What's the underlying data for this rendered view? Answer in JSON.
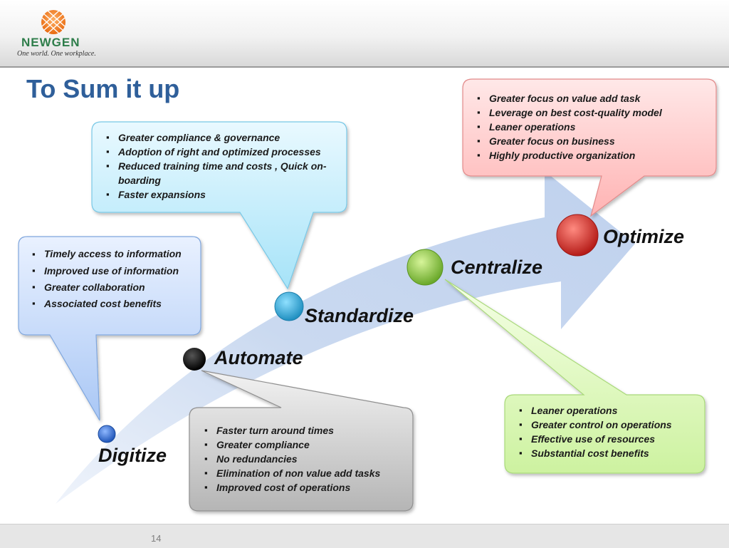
{
  "brand": {
    "name": "NEWGEN",
    "tagline": "One world. One workplace."
  },
  "slide": {
    "title": "To Sum it up",
    "page_number": "14"
  },
  "stages": [
    {
      "label": "Digitize",
      "color": "#2f6fd0",
      "benefits": [
        "Timely access  to information",
        "Improved use of information",
        "Greater collaboration",
        "Associated cost benefits"
      ],
      "callout_color": "#cfe0fb"
    },
    {
      "label": "Automate",
      "color": "#111111",
      "benefits": [
        "Faster turn around times",
        "Greater compliance",
        "No redundancies",
        "Elimination of non value add tasks",
        "Improved cost of operations"
      ],
      "callout_color": "#d4d4d4"
    },
    {
      "label": "Standardize",
      "color": "#2fa8d8",
      "benefits": [
        "Greater compliance & governance",
        "Adoption of right and optimized processes",
        "Reduced training time and costs , Quick on-boarding",
        "Faster expansions"
      ],
      "callout_color": "#c8eefc"
    },
    {
      "label": "Centralize",
      "color": "#8cc63f",
      "benefits": [
        "Leaner operations",
        "Greater control on operations",
        "Effective use of resources",
        "Substantial cost benefits"
      ],
      "callout_color": "#e5f8c8"
    },
    {
      "label": "Optimize",
      "color": "#d9302c",
      "benefits": [
        "Greater focus on value add task",
        "Leverage on best cost-quality model",
        "Leaner operations",
        "Greater focus on business",
        "Highly productive organization"
      ],
      "callout_color": "#ffd0d0"
    }
  ]
}
